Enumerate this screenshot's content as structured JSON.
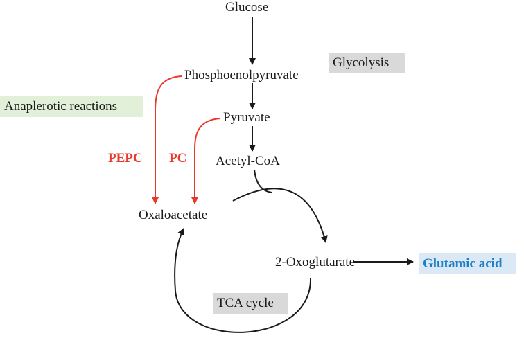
{
  "colors": {
    "black_arrow": "#1a1a1a",
    "red_arrow": "#e8392a",
    "glycolysis_box": "#d9d9d9",
    "tca_box": "#d9d9d9",
    "anaplerotic_box": "#e2f0d9",
    "glutamic_box": "#dbe9f6",
    "glutamic_text": "#1f7fc4"
  },
  "nodes": {
    "glucose": "Glucose",
    "pep": "Phosphoenolpyruvate",
    "pyruvate": "Pyruvate",
    "acetyl_coa": "Acetyl-CoA",
    "oxaloacetate": "Oxaloacetate",
    "oxoglutarate": "2-Oxoglutarate"
  },
  "boxes": {
    "glycolysis": "Glycolysis",
    "anaplerotic": "Anaplerotic reactions",
    "tca_cycle": "TCA cycle",
    "glutamic_acid": "Glutamic acid"
  },
  "enzymes": {
    "pepc": "PEPC",
    "pc": "PC"
  }
}
